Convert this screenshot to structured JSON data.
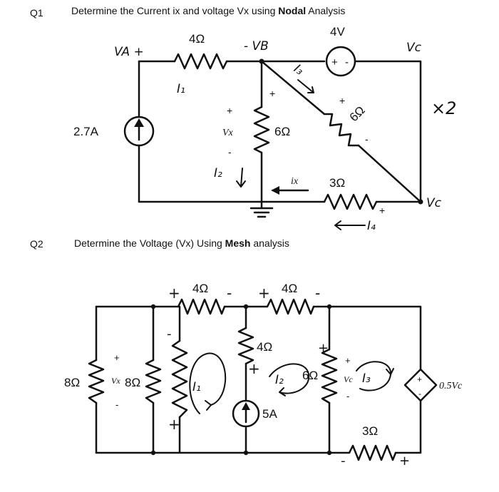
{
  "q1": {
    "number": "Q1",
    "title_prefix": "Determine the Current ix and voltage Vx using ",
    "title_bold": "Nodal",
    "title_suffix": " Analysis",
    "labels": {
      "r_top": "4Ω",
      "v_source": "4V",
      "r_mid": "6Ω",
      "r_diag": "6Ω",
      "r_bottom": "3Ω",
      "i_source": "2.7A",
      "vx": "Vx",
      "ix": "ix",
      "plus": "+",
      "minus": "-",
      "source_plus": "+",
      "source_minus": "-"
    },
    "handwriting": {
      "va": "VA +",
      "vb": "- VB",
      "vc_top": "Vc",
      "vc_right": "Vc",
      "i1": "I₁",
      "i2": "I₂",
      "i3": "I₃",
      "i4": "I₄",
      "x2": "×2"
    }
  },
  "q2": {
    "number": "Q2",
    "title_prefix": "Determine the Voltage (Vx) Using ",
    "title_bold": "Mesh",
    "title_suffix": " analysis",
    "labels": {
      "r_top_left": "4Ω",
      "r_top_right": "4Ω",
      "r_mid": "4Ω",
      "r_left": "8Ω",
      "r_left2": "8Ω",
      "r_6": "6Ω",
      "r_bottom": "3Ω",
      "i_source": "5A",
      "vx": "Vx",
      "vc": "Vc",
      "dep_source": "0.5Vc",
      "plus": "+",
      "minus": "-"
    },
    "handwriting": {
      "i1": "I₁",
      "i2": "I₂",
      "i3": "I₃"
    }
  }
}
